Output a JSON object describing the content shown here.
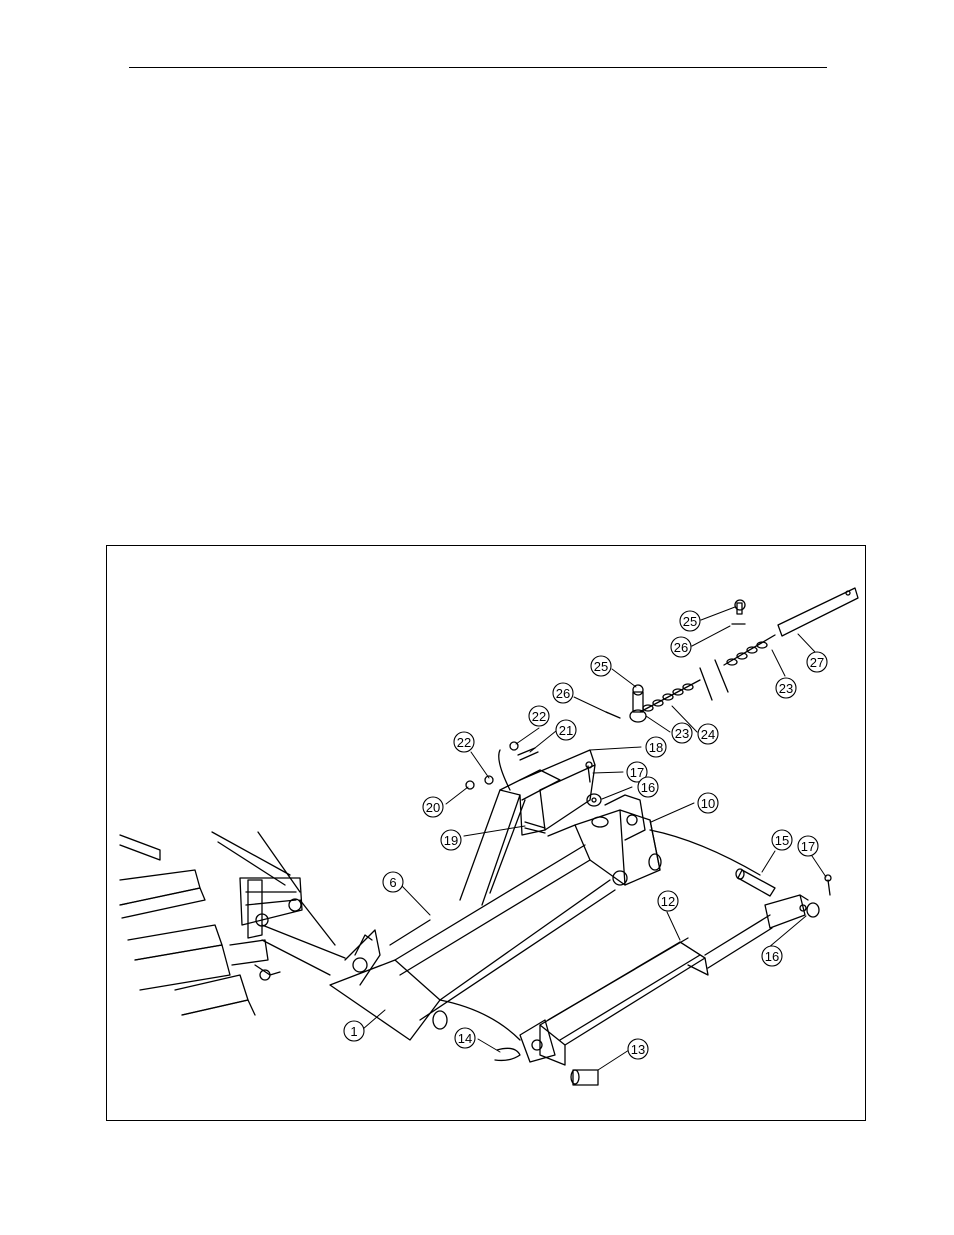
{
  "diagram": {
    "callouts": [
      {
        "id": "c25a",
        "label": "25"
      },
      {
        "id": "c26a",
        "label": "26"
      },
      {
        "id": "c27",
        "label": "27"
      },
      {
        "id": "c23a",
        "label": "23"
      },
      {
        "id": "c25b",
        "label": "25"
      },
      {
        "id": "c26b",
        "label": "26"
      },
      {
        "id": "c22a",
        "label": "22"
      },
      {
        "id": "c21",
        "label": "21"
      },
      {
        "id": "c23b",
        "label": "23"
      },
      {
        "id": "c24",
        "label": "24"
      },
      {
        "id": "c22b",
        "label": "22"
      },
      {
        "id": "c18",
        "label": "18"
      },
      {
        "id": "c17a",
        "label": "17"
      },
      {
        "id": "c20",
        "label": "20"
      },
      {
        "id": "c16a",
        "label": "16"
      },
      {
        "id": "c10",
        "label": "10"
      },
      {
        "id": "c19",
        "label": "19"
      },
      {
        "id": "c15",
        "label": "15"
      },
      {
        "id": "c17b",
        "label": "17"
      },
      {
        "id": "c6",
        "label": "6"
      },
      {
        "id": "c12",
        "label": "12"
      },
      {
        "id": "c16b",
        "label": "16"
      },
      {
        "id": "c1",
        "label": "1"
      },
      {
        "id": "c14",
        "label": "14"
      },
      {
        "id": "c13",
        "label": "13"
      }
    ]
  },
  "colors": {
    "line": "#000000",
    "background": "#ffffff"
  }
}
